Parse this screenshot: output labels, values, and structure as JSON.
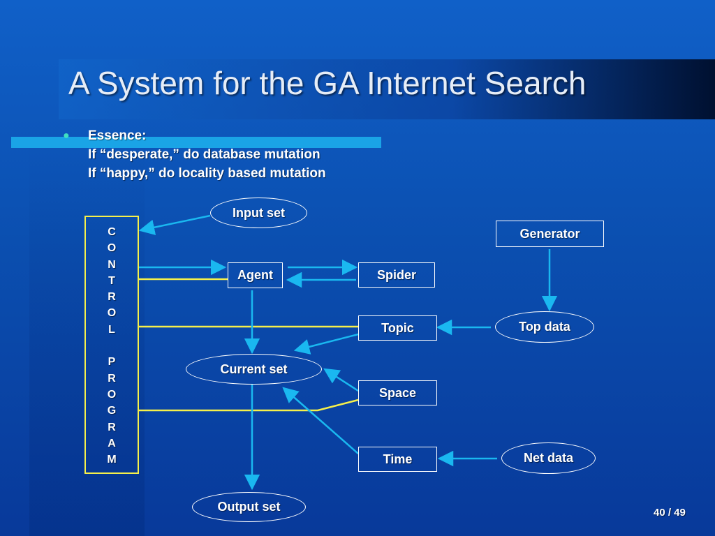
{
  "slide": {
    "title": "A System for the GA Internet Search",
    "bullet": {
      "line1": "Essence:",
      "line2": "If “desperate,” do database mutation",
      "line3": "If “happy,” do locality based mutation"
    },
    "page_number": "40 / 49"
  },
  "control": {
    "letters": [
      "C",
      "O",
      "N",
      "T",
      "R",
      "O",
      "L",
      "",
      "P",
      "R",
      "O",
      "G",
      "R",
      "A",
      "M"
    ]
  },
  "nodes": {
    "input_set": "Input set",
    "generator": "Generator",
    "agent": "Agent",
    "spider": "Spider",
    "topic": "Topic",
    "top_data": "Top data",
    "current_set": "Current set",
    "space": "Space",
    "time": "Time",
    "net_data": "Net data",
    "output_set": "Output set"
  },
  "colors": {
    "arrow": "#1ab8f0",
    "control_line": "#f6f04a",
    "node_border": "#ffffff",
    "accent_bar": "#1aa4e6"
  }
}
